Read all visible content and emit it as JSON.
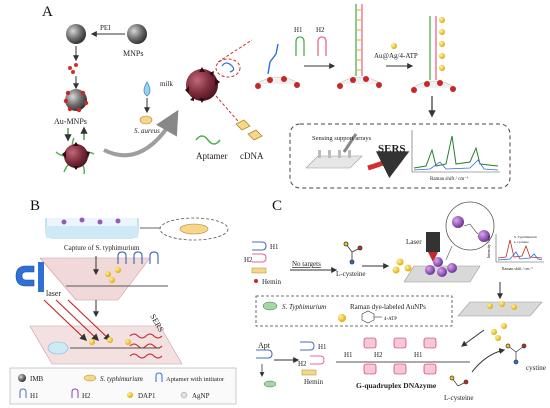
{
  "panels": {
    "a": "A",
    "b": "B",
    "c": "C"
  },
  "colors": {
    "gold": "#f5c518",
    "nanoparticle_dark": "#5a5a5a",
    "red": "#d32f2f",
    "green_dna": "#4caf50",
    "blue_dna": "#2f6fd6",
    "pink_hairpin": "#e86a8f",
    "purple": "#8e44ad"
  },
  "panel_a": {
    "mnps": "MNPs",
    "pei": "PEI",
    "au_mnps": "Au-MNPs",
    "milk": "milk",
    "s_aureus": "S. aureus",
    "aptamer": "Aptamer",
    "cdna": "cDNA",
    "h1": "H1",
    "h2": "H2",
    "au_ag_atp": "Au@Ag/4-ATP",
    "sensing_support": "Sensing support arrays",
    "sers": "SERS",
    "raman_axis": "Raman shift / cm⁻¹"
  },
  "panel_b": {
    "capture": "Capture of S. typhimurium",
    "laser": "laser",
    "sers": "SERS",
    "legend": {
      "imb": "IMB",
      "s_typh": "S. typhimurium",
      "aptamer_init": "Aptamer with initiator",
      "h1": "H1",
      "h2": "H2",
      "dap1": "DAP1",
      "agnp": "AgNP"
    }
  },
  "panel_c": {
    "h1": "H1",
    "h2": "H2",
    "hemin": "Hemin",
    "no_targets": "No targets",
    "l_cysteine_top": "L-cysteine",
    "laser": "Laser",
    "s_typh": "S. Typhimurium",
    "raman_dye": "Raman dye-labeled AuNPs",
    "atp": "4-ATP",
    "apt": "Apt",
    "h1_b": "H1",
    "h2_b": "H2",
    "hemin_b": "Hemin",
    "h1_mid": "H1",
    "h2_mid": "H2",
    "h1_right": "H1",
    "gq": "G-quadruplex DNAzyme",
    "cystine": "cystine",
    "l_cysteine_bottom": "L-cysteine",
    "spectrum_y": "Intensity / a.u.",
    "spectrum_x": "Raman shift / cm⁻¹",
    "spectrum_legend_1": "S. Typhimurium",
    "spectrum_legend_2": "L-cysteine"
  }
}
